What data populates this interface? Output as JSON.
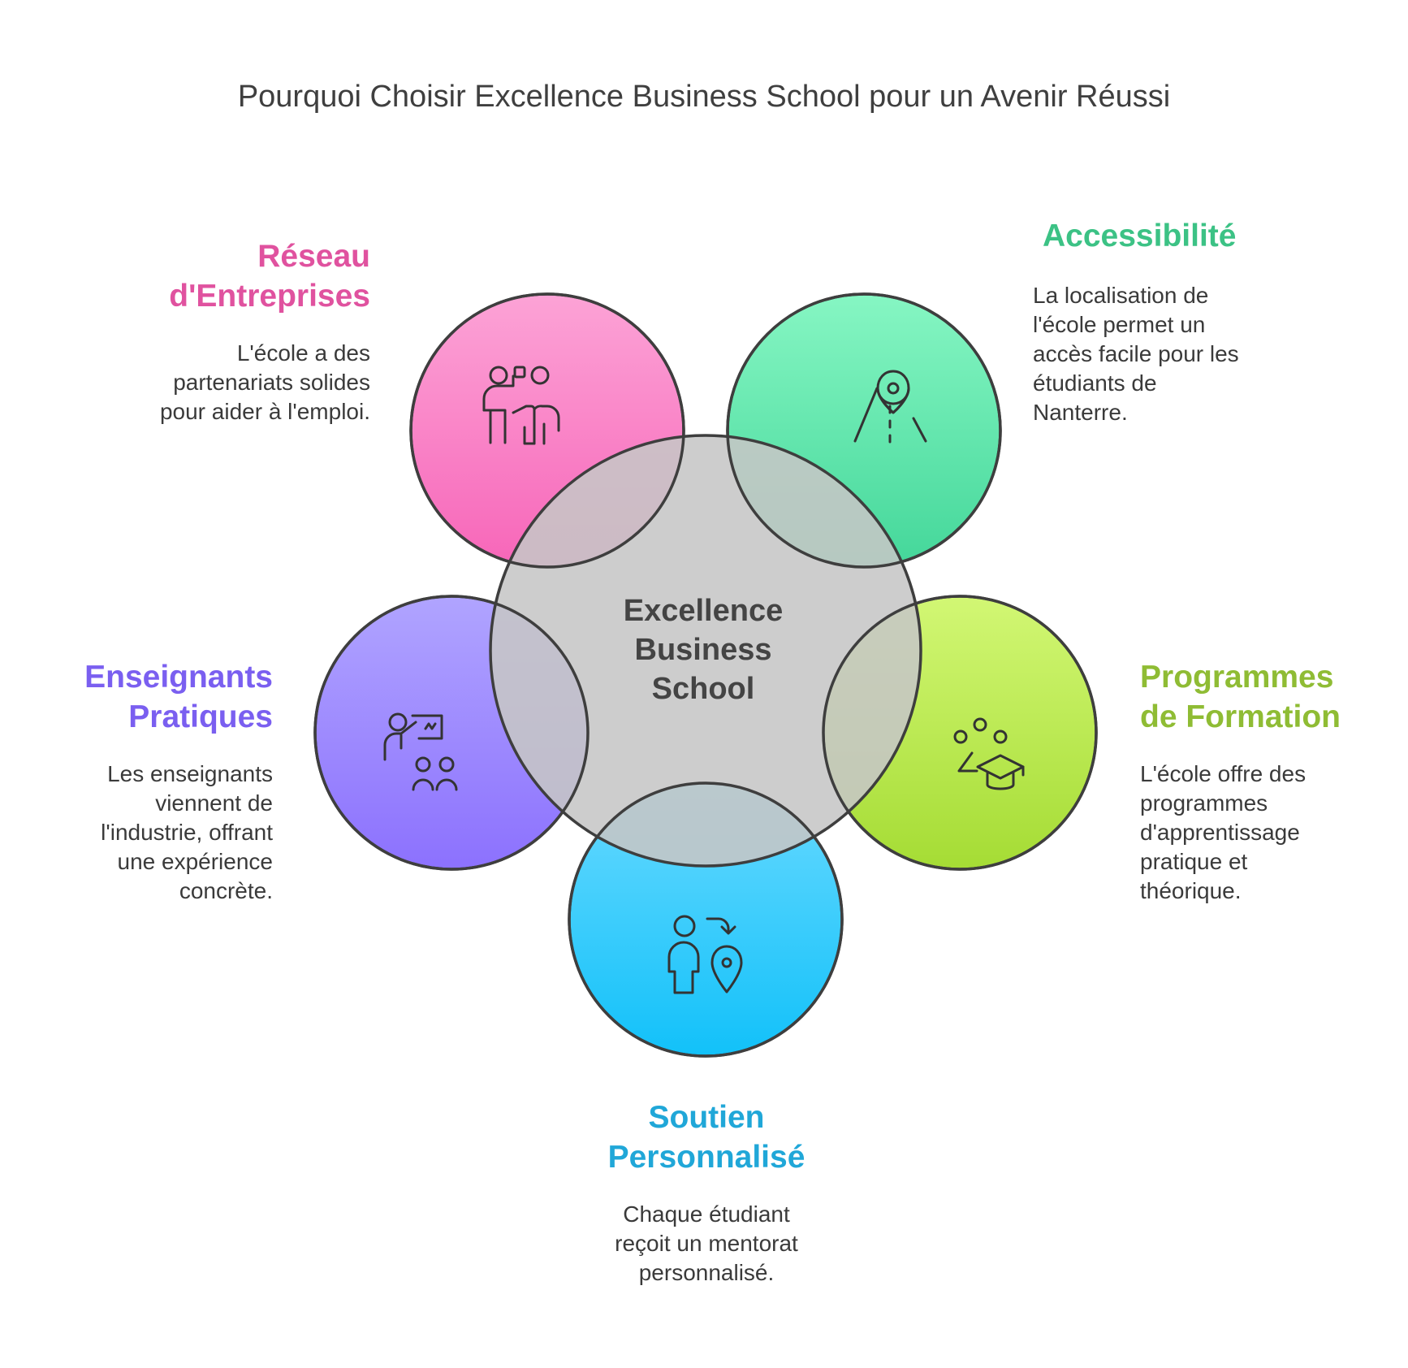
{
  "title": "Pourquoi Choisir Excellence Business School pour un Avenir Réussi",
  "center": {
    "line1": "Excellence",
    "line2": "Business",
    "line3": "School"
  },
  "nodes": [
    {
      "key": "reseau",
      "title_l1": "Réseau",
      "title_l2": "d'Entreprises",
      "desc": [
        "L'école a des",
        "partenariats solides",
        "pour aider à l'emploi."
      ],
      "color": "#e0529f",
      "fill_top": "#fca3d6",
      "fill_bottom": "#f766b9",
      "icon": "presenter-teaching-icon"
    },
    {
      "key": "accessibilite",
      "title_l1": "Accessibilité",
      "title_l2": "",
      "desc": [
        "La localisation de",
        "l'école permet un",
        "accès facile pour les",
        "étudiants de",
        "Nanterre."
      ],
      "color": "#3cc285",
      "fill_top": "#86f6c3",
      "fill_bottom": "#44d79a",
      "icon": "road-location-pin-icon"
    },
    {
      "key": "programmes",
      "title_l1": "Programmes",
      "title_l2": "de Formation",
      "desc": [
        "L'école offre des",
        "programmes",
        "d'apprentissage",
        "pratique et",
        "théorique."
      ],
      "color": "#8fbc34",
      "fill_top": "#d2f774",
      "fill_bottom": "#a5dc34",
      "icon": "graduation-cap-icon"
    },
    {
      "key": "soutien",
      "title_l1": "Soutien",
      "title_l2": "Personnalisé",
      "desc": [
        "Chaque étudiant",
        "reçoit un mentorat",
        "personnalisé."
      ],
      "color": "#20a7d8",
      "fill_top": "#68d9ff",
      "fill_bottom": "#12c1f9",
      "icon": "person-navigation-icon"
    },
    {
      "key": "enseignants",
      "title_l1": "Enseignants",
      "title_l2": "Pratiques",
      "desc": [
        "Les enseignants",
        "viennent de",
        "l'industrie, offrant",
        "une expérience",
        "concrète."
      ],
      "color": "#7a5ff0",
      "fill_top": "#b0a4ff",
      "fill_bottom": "#8c71fe",
      "icon": "teacher-audience-icon"
    }
  ],
  "center_fill": "#cfcfcf",
  "stroke": "#3e3e3e"
}
